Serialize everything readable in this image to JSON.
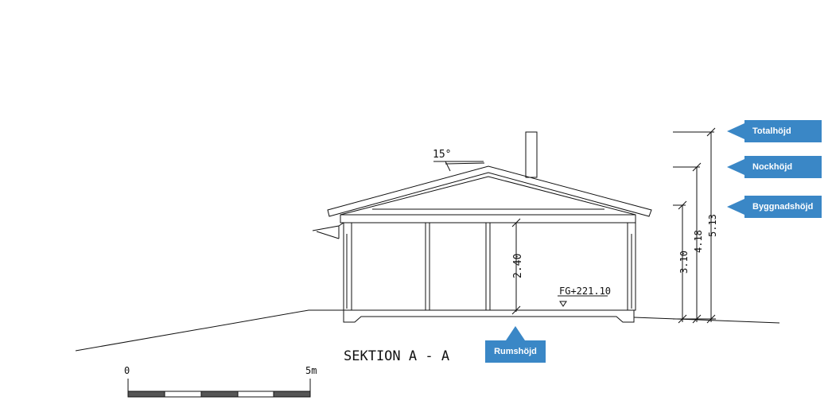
{
  "drawing": {
    "title": "SEKTION A - A",
    "roof_angle": "15°",
    "floor_level": "FG+221.10",
    "room_height_dim": "2.40",
    "dim_building": "3.10",
    "dim_ridge": "4.18",
    "dim_total": "5.13"
  },
  "scale_bar": {
    "label_start": "0",
    "label_end": "5m"
  },
  "callouts": {
    "total_height": "Totalhöjd",
    "ridge_height": "Nockhöjd",
    "building_height": "Byggnadshöjd",
    "room_height": "Rumshöjd"
  },
  "colors": {
    "callout": "#3a87c6",
    "line": "#111111"
  }
}
